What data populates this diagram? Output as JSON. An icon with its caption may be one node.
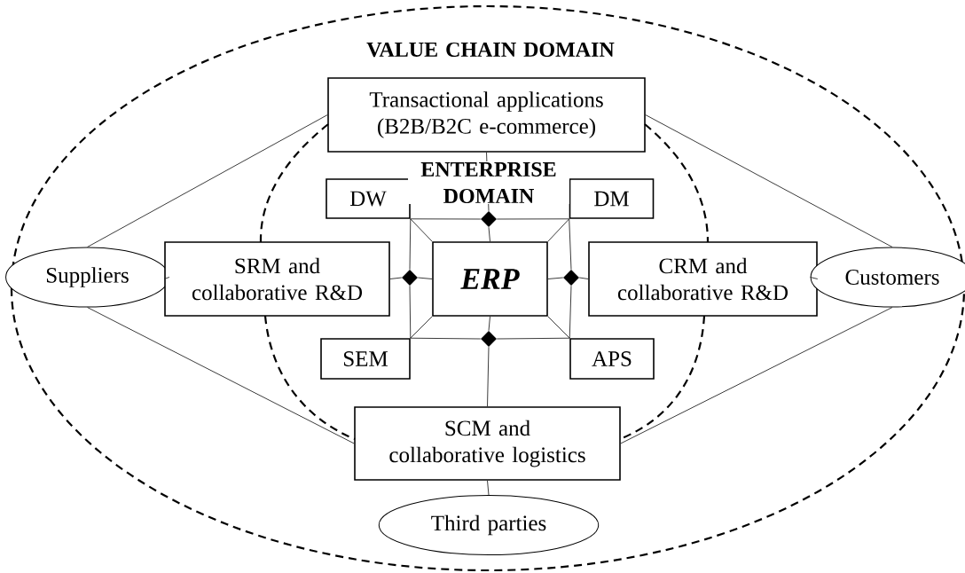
{
  "diagram": {
    "nodes": [
      {
        "text": [
          "VALUE CHAIN DOMAIN"
        ]
      },
      {
        "text": [
          "ENTERPRISE DOMAIN"
        ],
        "in": 0
      },
      {
        "text": [
          "Transactional applications (B2B/B2C e-commerce)"
        ],
        "in": 0
      },
      {
        "text": [
          "DW"
        ],
        "in": 1
      },
      {
        "text": [
          "DM"
        ],
        "in": 1
      },
      {
        "text": [],
        "shape": "diamond",
        "in": 1
      },
      {
        "text": [
          "Suppliers"
        ],
        "in": 0
      },
      {
        "text": [
          "SRM and collaborative R&D"
        ],
        "in": 0
      },
      {
        "text": [],
        "shape": "diamond",
        "in": 1
      },
      {
        "text": [
          "ERP"
        ],
        "in": 1
      },
      {
        "text": [],
        "shape": "diamond",
        "in": 1
      },
      {
        "text": [
          "CRM and collaborative R&D"
        ],
        "in": 0
      },
      {
        "text": [
          "Customers"
        ],
        "in": 0
      },
      {
        "text": [
          "SEM"
        ],
        "in": 1
      },
      {
        "text": [
          "APS"
        ],
        "in": 1
      },
      {
        "text": [],
        "shape": "diamond",
        "in": 1
      },
      {
        "text": [
          "SCM and collaborative logistics"
        ],
        "in": 0
      },
      {
        "text": [
          "Third parties"
        ],
        "in": 0
      }
    ],
    "edges": [
      {
        "from": 6,
        "to": 2,
        "arrow": "none"
      },
      {
        "from": 6,
        "to": 7,
        "arrow": "none"
      },
      {
        "from": 6,
        "to": 16,
        "arrow": "none"
      },
      {
        "from": 2,
        "to": 12,
        "arrow": "none"
      },
      {
        "from": 11,
        "to": 12,
        "arrow": "none"
      },
      {
        "from": 16,
        "to": 12,
        "arrow": "none"
      },
      {
        "from": 2,
        "to": 5,
        "arrow": "none"
      },
      {
        "from": 3,
        "to": 5,
        "arrow": "none"
      },
      {
        "from": 5,
        "to": 4,
        "arrow": "none"
      },
      {
        "from": 5,
        "to": 9,
        "arrow": "none"
      },
      {
        "from": 3,
        "to": 8,
        "arrow": "none"
      },
      {
        "from": 4,
        "to": 10,
        "arrow": "none"
      },
      {
        "from": 3,
        "to": 9,
        "arrow": "none"
      },
      {
        "from": 4,
        "to": 9,
        "arrow": "none"
      },
      {
        "from": 7,
        "to": 8,
        "arrow": "none"
      },
      {
        "from": 8,
        "to": 9,
        "arrow": "none"
      },
      {
        "from": 9,
        "to": 10,
        "arrow": "none"
      },
      {
        "from": 10,
        "to": 11,
        "arrow": "none"
      },
      {
        "from": 8,
        "to": 13,
        "arrow": "none"
      },
      {
        "from": 10,
        "to": 14,
        "arrow": "none"
      },
      {
        "from": 13,
        "to": 9,
        "arrow": "none"
      },
      {
        "from": 14,
        "to": 9,
        "arrow": "none"
      },
      {
        "from": 13,
        "to": 15,
        "arrow": "none"
      },
      {
        "from": 15,
        "to": 14,
        "arrow": "none"
      },
      {
        "from": 9,
        "to": 15,
        "arrow": "none"
      },
      {
        "from": 15,
        "to": 16,
        "arrow": "none"
      },
      {
        "from": 16,
        "to": 17,
        "arrow": "none"
      }
    ]
  }
}
